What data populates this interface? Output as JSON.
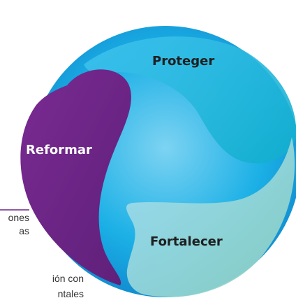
{
  "segments": {
    "proteger": "Proteger",
    "reformar": "Reformar",
    "fortalecer": "Fortalecer"
  },
  "side_text": {
    "line_1": "ones",
    "line_2": "as",
    "line_3": "ión con",
    "line_4": "ntales"
  },
  "colors": {
    "circle_light": "#7dd3f2",
    "circle_mid": "#1bb0e6",
    "circle_dark": "#0f86cc",
    "proteger_swirl": "#18b6d8",
    "fortalecer_swirl": "#a8ddd0",
    "reformar_purple": "#6a2586",
    "connector_line": "#6a2586"
  }
}
